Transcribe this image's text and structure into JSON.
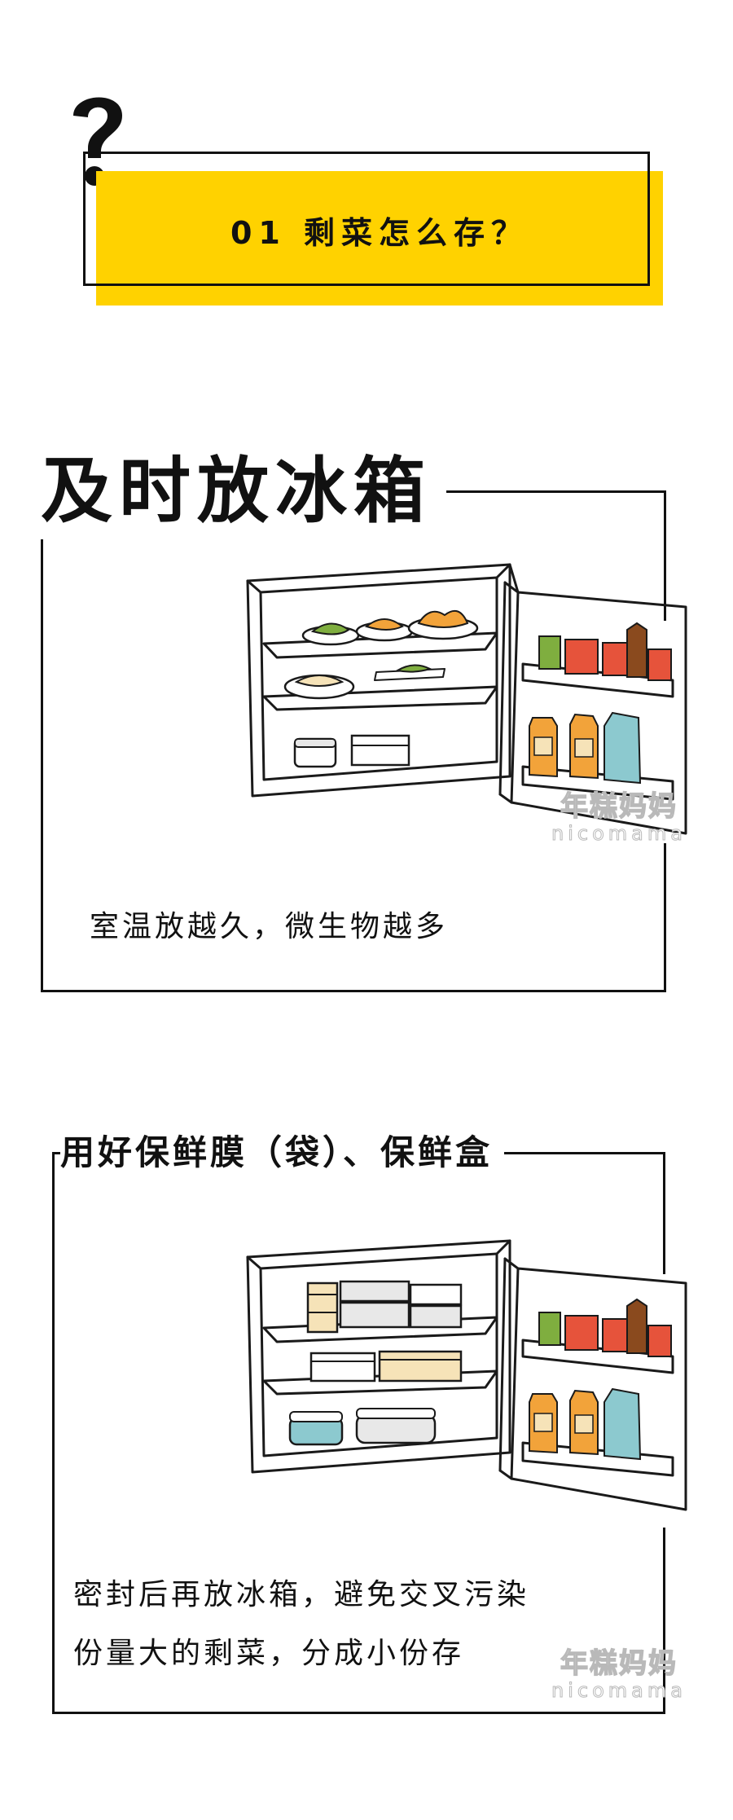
{
  "header": {
    "question_mark": "?",
    "banner_title": "01 剩菜怎么存？",
    "banner_color": "#FFD200"
  },
  "sections": [
    {
      "title": "及时放冰箱",
      "captions": [
        "室温放越久，微生物越多"
      ],
      "watermark": {
        "cn": "年糕妈妈",
        "en": "nicomama"
      }
    },
    {
      "title": "用好保鲜膜（袋）、保鲜盒",
      "captions": [
        "密封后再放冰箱，避免交叉污染",
        "份量大的剩菜，分成小份存"
      ],
      "watermark": {
        "cn": "年糕妈妈",
        "en": "nicomama"
      }
    }
  ],
  "colors": {
    "green_food": "#7FAE3F",
    "orange_food": "#F2A33A",
    "red_box": "#E6533B",
    "teal_carton": "#8CC9CF",
    "cream": "#F6E3B8",
    "brown_bottle": "#8A4A1E"
  }
}
